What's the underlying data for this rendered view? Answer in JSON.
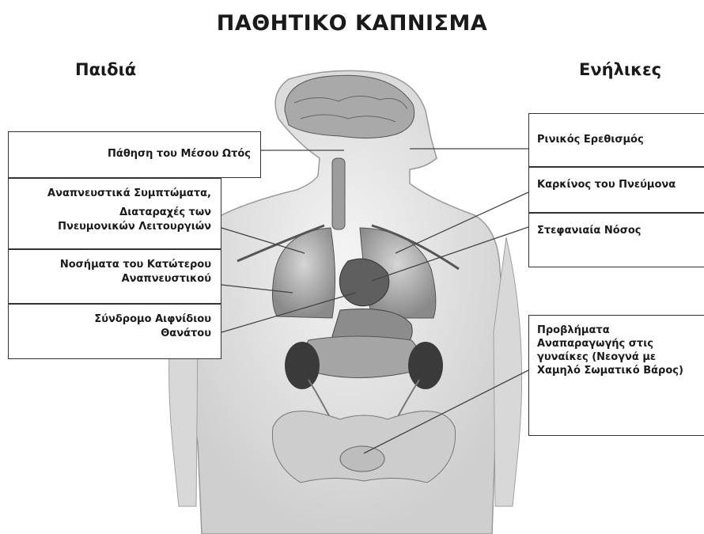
{
  "title": "ΠΑΘΗΤΙΚΟ ΚΑΠΝΙΣΜΑ",
  "column_heads": {
    "children": "Παιδιά",
    "adults": "Ενήλικες"
  },
  "children_effects": {
    "middle_ear": "Πάθηση του Μέσου Ωτός",
    "respiratory_symptoms": "Αναπνευστικά Συμπτώματα,",
    "lung_function_line1": "Διαταραχές των",
    "lung_function_line2": "Πνευμονικών Λειτουργιών",
    "lower_resp_line1": "Νοσήματα του Κατώτερου",
    "lower_resp_line2": "Αναπνευστικού",
    "sids_line1": "Σύνδρομο Αιφνίδιου",
    "sids_line2": "Θανάτου"
  },
  "adult_effects": {
    "nasal_irritation": "Ρινικός Ερεθισμός",
    "lung_cancer": "Καρκίνος του Πνεύμονα",
    "coronary_disease": "Στεφανιαία Νόσος",
    "reproductive_line1": "Προβλήματα",
    "reproductive_line2": "Αναπαραγωγής στις",
    "reproductive_line3": "γυναίκες (Νεογνά με",
    "reproductive_line4": "Χαμηλό Σωματικό Βάρος)"
  },
  "colors": {
    "line": "#444444",
    "skin": "#e2e2e2",
    "organ_dark": "#3a3a3a"
  }
}
